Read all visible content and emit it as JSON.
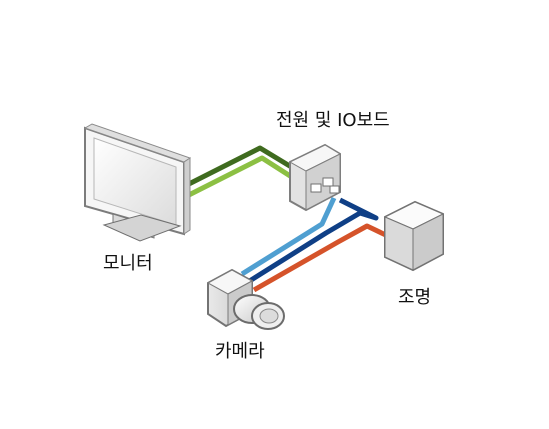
{
  "labels": {
    "power_io_board": "전원 및 IO보드",
    "monitor": "모니터",
    "lighting": "조명",
    "camera": "카메라"
  },
  "cables": {
    "monitor_dark": "#3f6b1f",
    "monitor_light": "#8cc043",
    "camera_light_blue": "#4f9fd1",
    "camera_dark_blue": "#0f3f86",
    "lighting_red": "#d5532a"
  },
  "icons": {
    "monitor": "monitor-icon",
    "board": "io-board-icon",
    "camera": "camera-icon",
    "lighting": "light-box-icon"
  }
}
